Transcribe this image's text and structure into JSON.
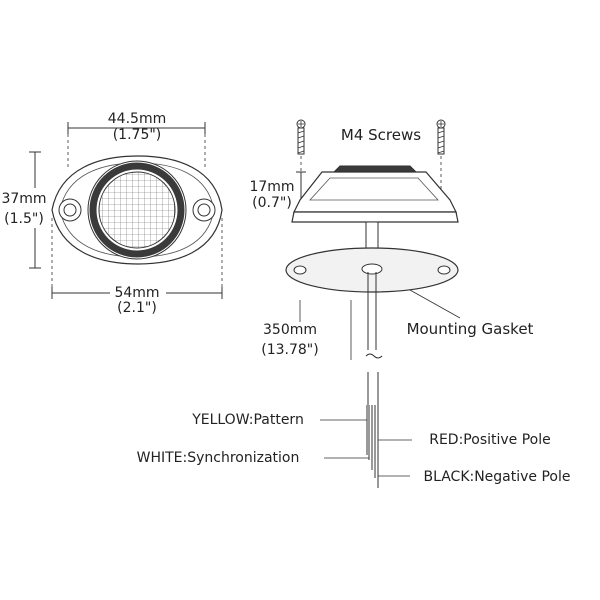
{
  "front_view": {
    "width_top": {
      "mm": "44.5mm",
      "inch": "(1.75\")"
    },
    "height": {
      "mm": "37mm",
      "inch": "(1.5\")"
    },
    "width_bottom": {
      "mm": "54mm",
      "inch": "(2.1\")"
    }
  },
  "side_view": {
    "screws_label": "M4 Screws",
    "height": {
      "mm": "17mm",
      "inch": "(0.7\")"
    },
    "gasket_label": "Mounting Gasket",
    "cable_length": {
      "mm": "350mm",
      "inch": "(13.78\")"
    }
  },
  "wires": {
    "yellow": "YELLOW:Pattern",
    "white": "WHITE:Synchronization",
    "red": "RED:Positive Pole",
    "black": "BLACK:Negative Pole"
  },
  "colors": {
    "line": "#333333",
    "lens_ring": "#3a3a3a",
    "gasket_fill": "#f2f2f2"
  }
}
